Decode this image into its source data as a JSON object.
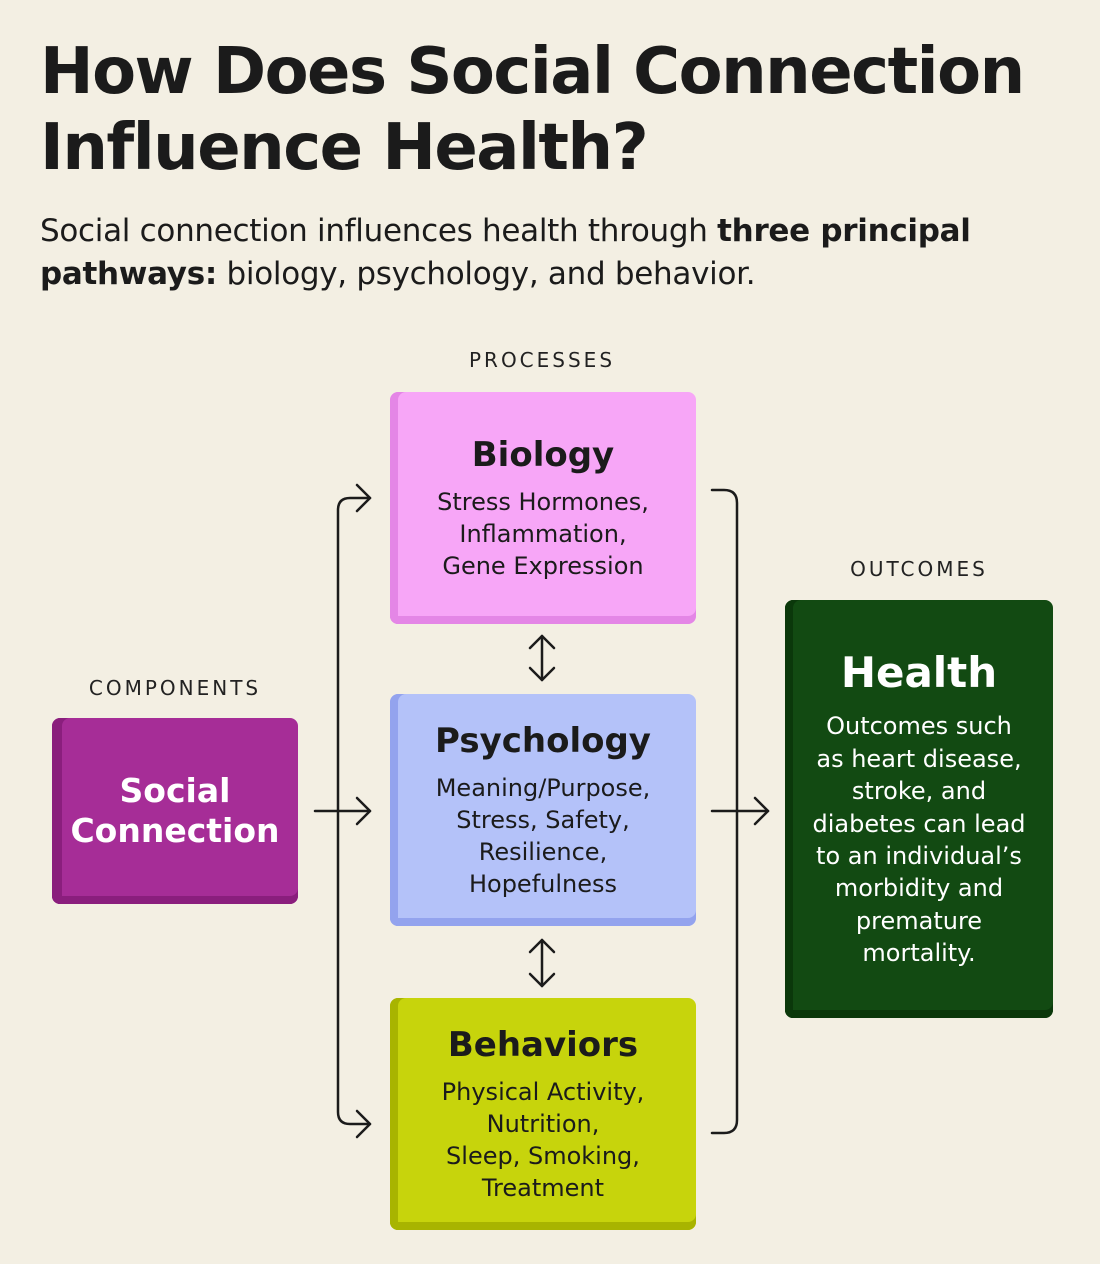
{
  "header": {
    "title": "How Does Social Connection Influence Health?",
    "subtitle_prefix": "Social connection influences health through ",
    "subtitle_bold": "three principal pathways:",
    "subtitle_suffix": " biology, psychology, and behavior."
  },
  "labels": {
    "processes": "PROCESSES",
    "components": "COMPONENTS",
    "outcomes": "OUTCOMES"
  },
  "components": {
    "social_line1": "Social",
    "social_line2": "Connection"
  },
  "processes": {
    "biology": {
      "title": "Biology",
      "lines": [
        "Stress Hormones,",
        "Inflammation,",
        "Gene Expression"
      ]
    },
    "psychology": {
      "title": "Psychology",
      "lines": [
        "Meaning/Purpose,",
        "Stress, Safety,",
        "Resilience,",
        "Hopefulness"
      ]
    },
    "behaviors": {
      "title": "Behaviors",
      "lines": [
        "Physical Activity,",
        "Nutrition,",
        "Sleep, Smoking,",
        "Treatment"
      ]
    }
  },
  "outcomes": {
    "health": {
      "title": "Health",
      "lines": [
        "Outcomes such",
        "as heart disease,",
        "stroke, and",
        "diabetes can lead",
        "to an individual’s",
        "morbidity and",
        "premature",
        "mortality."
      ]
    }
  },
  "colors": {
    "background": "#f3efe3",
    "social_connection": "#a62d97",
    "biology": "#f7a6f7",
    "psychology": "#b4c2f9",
    "behaviors": "#c7d40c",
    "health": "#124a12"
  }
}
